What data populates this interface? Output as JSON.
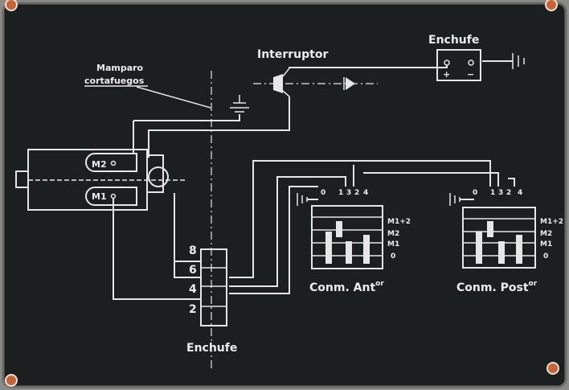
{
  "labels": {
    "firewall_line1": "Mamparo",
    "firewall_line2": "cortafuegos",
    "switch": "Interruptor",
    "socket_top": "Enchufe",
    "socket_bottom": "Enchufe",
    "front_selector_main": "Conm. Ant",
    "front_selector_sup": "or",
    "rear_selector_main": "Conm. Post",
    "rear_selector_sup": "or",
    "motor_m2": "M2",
    "motor_m1": "M1",
    "plus": "+",
    "minus": "−"
  },
  "socket_pins": [
    "8",
    "6",
    "4",
    "2"
  ],
  "selector_terminals": [
    "0",
    "1",
    "3",
    "2",
    "4"
  ],
  "selector_positions": [
    "M1+2",
    "M2",
    "M1",
    "0"
  ],
  "colors": {
    "plate": "#1c1f20",
    "ink": "#e6e6e6",
    "frame": "#8a8a86",
    "rivet": "#c8623a"
  }
}
